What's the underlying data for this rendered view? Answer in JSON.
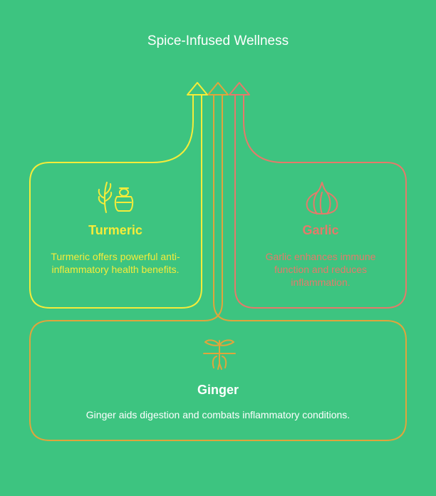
{
  "title": "Spice-Infused Wellness",
  "colors": {
    "background": "#3dc480",
    "turmeric": "#f5ec3a",
    "garlic": "#e57a6a",
    "ginger": "#e0a53c",
    "ginger_text": "#ffffff"
  },
  "items": [
    {
      "name": "Turmeric",
      "description": "Turmeric offers powerful anti-inflammatory health benefits.",
      "icon": "turmeric-plant-icon"
    },
    {
      "name": "Garlic",
      "description": "Garlic enhances immune function and reduces inflammation.",
      "icon": "garlic-icon"
    },
    {
      "name": "Ginger",
      "description": "Ginger aids digestion and combats inflammatory conditions.",
      "icon": "ginger-root-icon"
    }
  ]
}
